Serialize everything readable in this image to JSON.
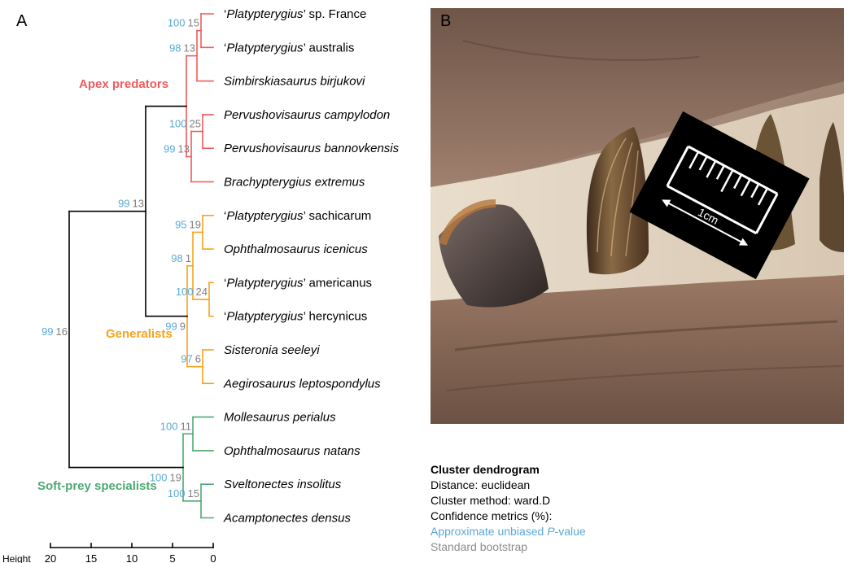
{
  "panel_a_label": "A",
  "panel_b_label": "B",
  "colors": {
    "apex": "#ef5b5b",
    "generalist": "#f5a31a",
    "softprey": "#4fa873",
    "au": "#5aa9d6",
    "bp": "#7f7f7f",
    "trunk": "#000000"
  },
  "clusters": [
    {
      "key": "apex",
      "label": "Apex predators"
    },
    {
      "key": "generalist",
      "label": "Generalists"
    },
    {
      "key": "softprey",
      "label": "Soft-prey specialists"
    }
  ],
  "taxa": [
    {
      "pre": "‘",
      "it": "Platypterygius",
      "post": "’ sp. France",
      "group": "apex"
    },
    {
      "pre": "‘",
      "it": "Platypterygius",
      "post": "’ australis",
      "group": "apex"
    },
    {
      "pre": "",
      "it": "Simbirskiasaurus birjukovi",
      "post": "",
      "group": "apex"
    },
    {
      "pre": "",
      "it": "Pervushovisaurus campylodon",
      "post": "",
      "group": "apex"
    },
    {
      "pre": "",
      "it": "Pervushovisaurus bannovkensis",
      "post": "",
      "group": "apex"
    },
    {
      "pre": "",
      "it": "Brachypterygius extremus",
      "post": "",
      "group": "apex"
    },
    {
      "pre": "‘",
      "it": "Platypterygius",
      "post": "’ sachicarum",
      "group": "generalist"
    },
    {
      "pre": "",
      "it": "Ophthalmosaurus icenicus",
      "post": "",
      "group": "generalist"
    },
    {
      "pre": "‘",
      "it": "Platypterygius",
      "post": "’ americanus",
      "group": "generalist"
    },
    {
      "pre": "‘",
      "it": "Platypterygius",
      "post": "’ hercynicus",
      "group": "generalist"
    },
    {
      "pre": "",
      "it": "Sisteronia seeleyi",
      "post": "",
      "group": "generalist"
    },
    {
      "pre": "",
      "it": "Aegirosaurus leptospondylus",
      "post": "",
      "group": "generalist"
    },
    {
      "pre": "",
      "it": "Mollesaurus perialus",
      "post": "",
      "group": "softprey"
    },
    {
      "pre": "",
      "it": "Ophthalmosaurus natans",
      "post": "",
      "group": "softprey"
    },
    {
      "pre": "",
      "it": "Sveltonectes insolitus",
      "post": "",
      "group": "softprey"
    },
    {
      "pre": "",
      "it": "Acamptonectes densus",
      "post": "",
      "group": "softprey"
    }
  ],
  "nodes": [
    {
      "id": "n1",
      "a": 0,
      "b": 1,
      "height": 1.5,
      "color": "apex",
      "au": "100",
      "bp": "15"
    },
    {
      "id": "n2",
      "a": "n1",
      "b": 2,
      "height": 2.0,
      "color": "apex",
      "au": "98",
      "bp": "13"
    },
    {
      "id": "n3",
      "a": 3,
      "b": 4,
      "height": 1.3,
      "color": "apex",
      "au": "100",
      "bp": "25"
    },
    {
      "id": "n4",
      "a": "n3",
      "b": 5,
      "height": 2.7,
      "color": "apex",
      "au": "99",
      "bp": "13"
    },
    {
      "id": "n5",
      "a": "n2",
      "b": "n4",
      "height": 3.3,
      "color": "apex",
      "au": "",
      "bp": ""
    },
    {
      "id": "n6",
      "a": 6,
      "b": 7,
      "height": 1.3,
      "color": "generalist",
      "au": "95",
      "bp": "19"
    },
    {
      "id": "n7",
      "a": 8,
      "b": 9,
      "height": 0.5,
      "color": "generalist",
      "au": "100",
      "bp": "24"
    },
    {
      "id": "n8",
      "a": "n6",
      "b": "n7",
      "height": 2.5,
      "color": "generalist",
      "au": "98",
      "bp": "1"
    },
    {
      "id": "n9",
      "a": 10,
      "b": 11,
      "height": 1.3,
      "color": "generalist",
      "au": "97",
      "bp": "6"
    },
    {
      "id": "n10",
      "a": "n8",
      "b": "n9",
      "height": 3.2,
      "color": "generalist",
      "au": "",
      "bp": ""
    },
    {
      "id": "n11",
      "a": 12,
      "b": 13,
      "height": 2.5,
      "color": "softprey",
      "au": "100",
      "bp": "11"
    },
    {
      "id": "n12",
      "a": 14,
      "b": 15,
      "height": 1.5,
      "color": "softprey",
      "au": "100",
      "bp": "15"
    },
    {
      "id": "n13",
      "a": "n11",
      "b": "n12",
      "height": 3.7,
      "color": "softprey",
      "au": "",
      "bp": ""
    },
    {
      "id": "n14",
      "a": "n5",
      "b": "n10",
      "height": 8.3,
      "color": "trunk",
      "au": "99",
      "bp": "13"
    },
    {
      "id": "n15",
      "a": "n14",
      "b": "n13",
      "height": 17.7,
      "color": "trunk",
      "au": "99",
      "bp": "16"
    }
  ],
  "extra_labels": [
    {
      "on": "n10",
      "au": "99",
      "bp": "9"
    },
    {
      "on": "n13",
      "au": "100",
      "bp": "19"
    }
  ],
  "axis": {
    "label": "Height",
    "ticks": [
      "20",
      "15",
      "10",
      "5",
      "0"
    ],
    "range": [
      20,
      0
    ]
  },
  "photo": {
    "scale_label": "1cm"
  },
  "legend": {
    "title": "Cluster dendrogram",
    "distance": "Distance: euclidean",
    "method": "Cluster method: ward.D",
    "confidence": "Confidence metrics (%):",
    "au_prefix": "Approximate unbiased ",
    "au_italic": "P",
    "au_suffix": "-value",
    "bp": "Standard bootstrap"
  }
}
